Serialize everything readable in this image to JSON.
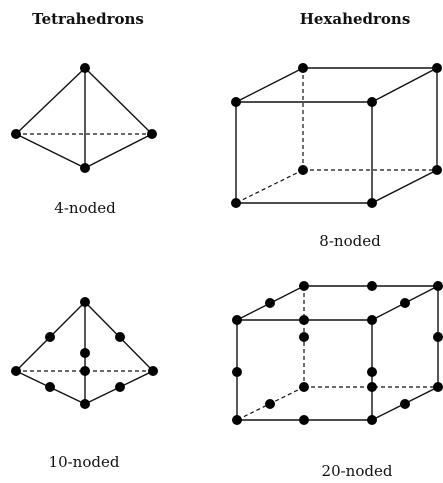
{
  "figure": {
    "columns": [
      {
        "title": "Tetrahedrons"
      },
      {
        "title": "Hexahedrons"
      }
    ],
    "elements": [
      {
        "caption": "4-noded",
        "shape": "tetrahedron",
        "node_count": 4
      },
      {
        "caption": "8-noded",
        "shape": "hexahedron",
        "node_count": 8
      },
      {
        "caption": "10-noded",
        "shape": "tetrahedron",
        "node_count": 10
      },
      {
        "caption": "20-noded",
        "shape": "hexahedron",
        "node_count": 20
      }
    ],
    "colors": {
      "line": "#111111",
      "node": "#000000",
      "background": "#ffffff"
    }
  }
}
